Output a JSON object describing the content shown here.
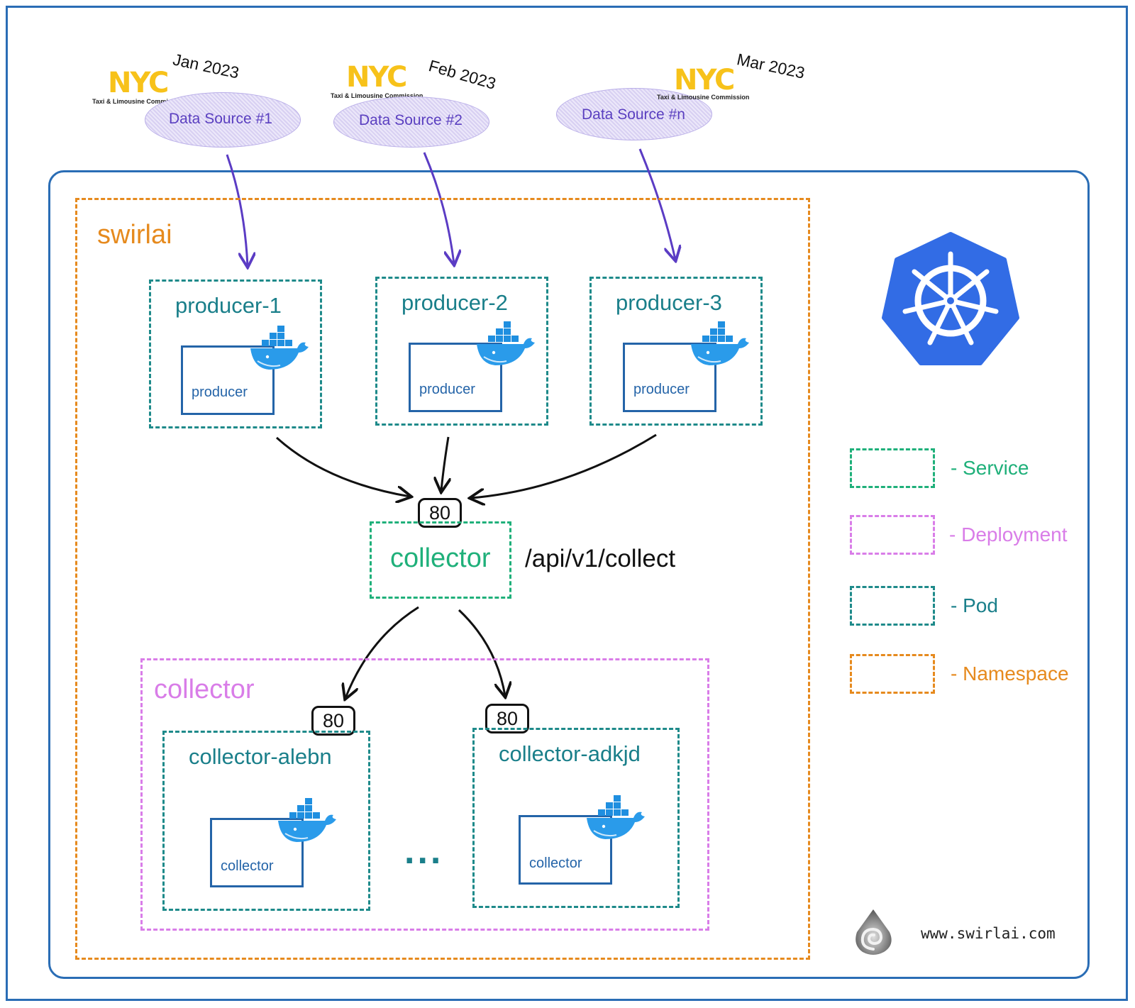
{
  "data_sources": [
    {
      "date": "Jan 2023",
      "logo_text": "NYC",
      "logo_subtitle": "Taxi & Limousine Commission",
      "label": "Data Source #1"
    },
    {
      "date": "Feb 2023",
      "logo_text": "NYC",
      "logo_subtitle": "Taxi & Limousine Commission",
      "label": "Data Source #2"
    },
    {
      "date": "Mar 2023",
      "logo_text": "NYC",
      "logo_subtitle": "Taxi & Limousine Commission",
      "label": "Data Source #n"
    }
  ],
  "namespace": {
    "label": "swirlai"
  },
  "producers": [
    {
      "pod": "producer-1",
      "container": "producer"
    },
    {
      "pod": "producer-2",
      "container": "producer"
    },
    {
      "pod": "producer-3",
      "container": "producer"
    }
  ],
  "collector_service": {
    "label": "collector",
    "port": "80",
    "endpoint": "/api/v1/collect"
  },
  "deployment": {
    "label": "collector",
    "pods": [
      {
        "pod": "collector-alebn",
        "port": "80",
        "container": "collector"
      },
      {
        "pod": "collector-adkjd",
        "port": "80",
        "container": "collector"
      }
    ],
    "ellipsis": "..."
  },
  "legend": [
    {
      "label": "- Service",
      "color": "#1fb07a"
    },
    {
      "label": "- Deployment",
      "color": "#d97de8"
    },
    {
      "label": "- Pod",
      "color": "#1e8a8a"
    },
    {
      "label": "- Namespace",
      "color": "#e68a1e"
    }
  ],
  "footer": {
    "url": "www.swirlai.com"
  },
  "icons": {
    "kubernetes": "kubernetes-icon",
    "docker": "docker-whale-icon",
    "swirl": "swirlai-logo"
  }
}
